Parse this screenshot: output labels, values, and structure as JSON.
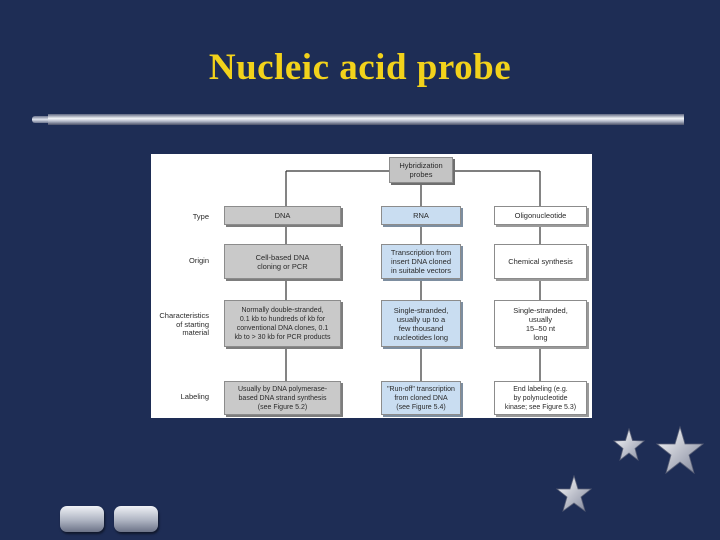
{
  "slide": {
    "title": "Nucleic acid probe"
  },
  "diagram": {
    "root": "Hybridization\nprobes",
    "row_labels": {
      "type": "Type",
      "origin": "Origin",
      "characteristics": "Characteristics\nof starting\nmaterial",
      "labeling": "Labeling"
    },
    "columns": [
      {
        "type": "DNA",
        "origin": "Cell-based DNA\ncloning or PCR",
        "characteristics": "Normally double-stranded,\n0.1 kb to hundreds of kb for\nconventional DNA clones, 0.1\nkb to > 30 kb for PCR products",
        "labeling": "Usually by DNA polymerase-\nbased DNA strand synthesis\n(see Figure 5.2)"
      },
      {
        "type": "RNA",
        "origin": "Transcription from\ninsert DNA cloned\nin suitable vectors",
        "characteristics": "Single-stranded,\nusually up to a\nfew thousand\nnucleotides long",
        "labeling": "\"Run-off\" transcription\nfrom cloned DNA\n(see Figure 5.4)"
      },
      {
        "type": "Oligonucleotide",
        "origin": "Chemical synthesis",
        "characteristics": "Single-stranded,\nusually\n15–50 nt\nlong",
        "labeling": "End labeling (e.g.\nby polynucleotide\nkinase; see Figure 5.3)"
      }
    ]
  },
  "icons": {
    "stars": "star-icon",
    "nav": "nav-button"
  },
  "colors": {
    "background": "#1e2d55",
    "title": "#f2d21b",
    "dna_box": "#c9c9c9",
    "rna_box": "#c9ddf1",
    "oligo_box": "#ffffff"
  }
}
